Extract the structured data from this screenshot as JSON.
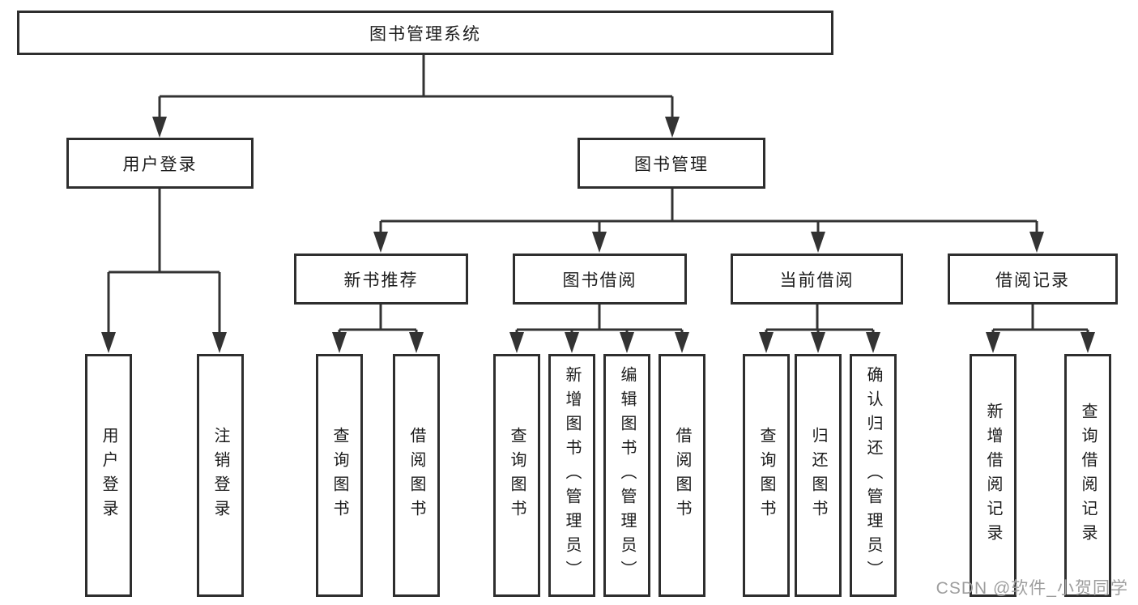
{
  "diagram": {
    "root": {
      "label": "图书管理系统"
    },
    "branches": [
      {
        "label": "用户登录",
        "children": [
          {
            "label": "用户登录"
          },
          {
            "label": "注销登录"
          }
        ]
      },
      {
        "label": "图书管理",
        "children": [
          {
            "label": "新书推荐",
            "children": [
              {
                "label": "查询图书"
              },
              {
                "label": "借阅图书"
              }
            ]
          },
          {
            "label": "图书借阅",
            "children": [
              {
                "label": "查询图书"
              },
              {
                "label": "新增图书（管理员）"
              },
              {
                "label": "编辑图书（管理员）"
              },
              {
                "label": "借阅图书"
              }
            ]
          },
          {
            "label": "当前借阅",
            "children": [
              {
                "label": "查询图书"
              },
              {
                "label": "归还图书"
              },
              {
                "label": "确认归还（管理员）"
              }
            ]
          },
          {
            "label": "借阅记录",
            "children": [
              {
                "label": "新增借阅记录"
              },
              {
                "label": "查询借阅记录"
              }
            ]
          }
        ]
      }
    ]
  },
  "watermark": {
    "text": "CSDN @软件_小贺同学"
  },
  "colors": {
    "line": "#333333",
    "border": "#2e2e2e",
    "text": "#1b1b1b",
    "watermark": "#9e9e9e",
    "background": "#ffffff"
  }
}
